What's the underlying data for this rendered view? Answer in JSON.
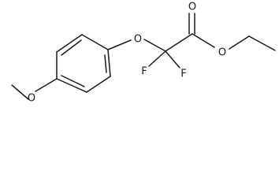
{
  "molecule": {
    "atoms": {
      "o_ether": "O",
      "o_carbonyl": "O",
      "o_ester": "O",
      "f_left": "F",
      "f_right": "F",
      "o_methoxy": "O"
    }
  }
}
